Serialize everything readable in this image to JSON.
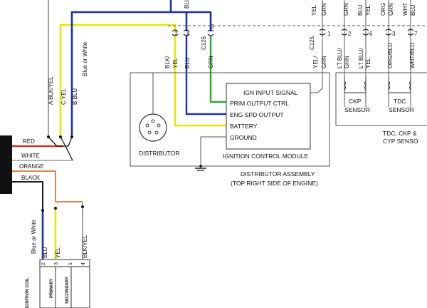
{
  "colors": {
    "yellow": "#e8e500",
    "blue": "#1c2fa8",
    "green": "#2ea82e",
    "orange": "#d9884f",
    "red": "#d4332a",
    "black": "#1a1a1a",
    "gray": "#8a8a8a"
  },
  "top_wires": {
    "a_label": "A  BLK/YEL",
    "c_label": "C  YEL",
    "b_label": "B  BLU",
    "blue_or_white": "Blue or White"
  },
  "dist_connector": {
    "pin2": "2",
    "pin4": "4",
    "pin6": "6",
    "connector_id": "C126",
    "wire_blkyel_1": "BLK/",
    "wire_blkyel_2": "YEL",
    "wire_blu": "BLU",
    "wire_grn": "GRN"
  },
  "right_wires": {
    "yel_top_1": "YEL",
    "yel_top_2": "GRN",
    "grn_top_1": "GRN",
    "blu_top_1": "BLU",
    "blu_top_2": "YEL",
    "org_top_1": "ORG",
    "org_top_2": "GRN",
    "wht_top_1": "WHT",
    "wht_top_2": "BLU",
    "pin1": "1",
    "pin2": "2",
    "pin6": "6",
    "pin3": "3",
    "pin7": "7",
    "connector_id": "C125",
    "w1_a": "YEL/",
    "w1_b": "GRN",
    "w2_a": "LT BLU/",
    "w2_b": "GRN",
    "w3_a": "LT BLU/",
    "w3_b": "YEL",
    "w4_a": "ORG/BLU",
    "w5_a": "WHT/BLU"
  },
  "icm": {
    "title": "IGNITION CONTROL MODULE",
    "pins": [
      "IGN INPUT SIGNAL",
      "PRIM OUTPUT CTRL",
      "ENG SPD OUTPUT",
      "BATTERY",
      "GROUND"
    ]
  },
  "distributor": {
    "label": "DISTRIBUTOR"
  },
  "sensors": {
    "ckp_1": "CKP",
    "ckp_2": "SENSOR",
    "tdc_1": "TDC",
    "tdc_2": "SENSOR",
    "group_1": "TDC, CKP &",
    "group_2": "CYP SENSO"
  },
  "assembly": {
    "line1": "DISTRIBUTOR ASSEMBLY",
    "line2": "(TOP RIGHT SIDE OF ENGINE)"
  },
  "harness": {
    "red": "RED",
    "white": "WHITE",
    "orange": "ORANGE",
    "black": "BLACK"
  },
  "coil": {
    "blue_or_white": "Blue or White",
    "blu": "BLU",
    "yel": "YEL",
    "blkyel": "BLK/YEL",
    "pin2": "2",
    "pin3": "3",
    "pin1": "1",
    "pin4": "4",
    "primary": "PRIMARY",
    "secondary": "SECONDARY",
    "title": "IGNITION COIL"
  }
}
